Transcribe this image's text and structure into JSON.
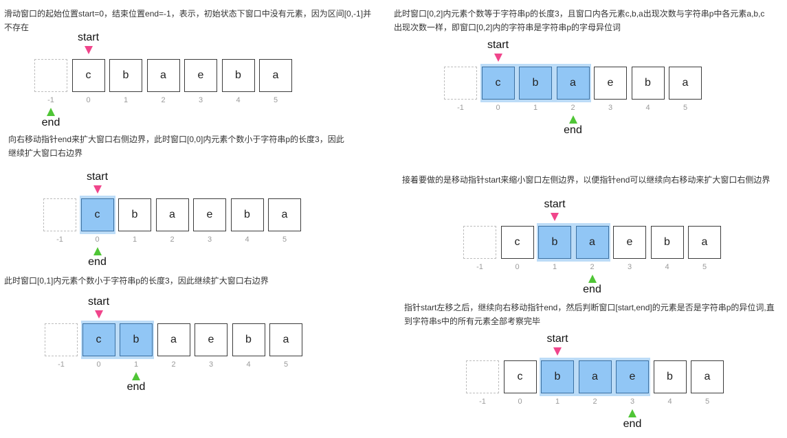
{
  "colors": {
    "start_marker": "#f0458b",
    "end_marker": "#4fc536",
    "window_fill": "#91c6f5"
  },
  "sequence": [
    "c",
    "b",
    "a",
    "e",
    "b",
    "a"
  ],
  "indices": [
    "-1",
    "0",
    "1",
    "2",
    "3",
    "4",
    "5"
  ],
  "pointer_labels": {
    "start": "start",
    "end": "end"
  },
  "steps": [
    {
      "description": "滑动窗口的起始位置start=0，结束位置end=-1，表示，初始状态下窗口中没有元素，因为区间[0,-1]并不存在",
      "start": 0,
      "end": -1
    },
    {
      "description": "向右移动指针end来扩大窗口右侧边界，此时窗口[0,0]内元素个数小于字符串p的长度3，因此继续扩大窗口右边界",
      "start": 0,
      "end": 0
    },
    {
      "description": "此时窗口[0,1]内元素个数小于字符串p的长度3，因此继续扩大窗口右边界",
      "start": 0,
      "end": 1
    },
    {
      "description": "此时窗口[0,2]内元素个数等于字符串p的长度3，且窗口内各元素c,b,a出现次数与字符串p中各元素a,b,c出现次数一样，即窗口[0,2]内的字符串是字符串p的字母异位词",
      "start": 0,
      "end": 2
    },
    {
      "description": "接着要做的是移动指针start来缩小窗口左侧边界，以便指针end可以继续向右移动来扩大窗口右侧边界",
      "start": 1,
      "end": 2
    },
    {
      "description": "指针start左移之后，继续向右移动指针end，然后判断窗口[start,end]的元素是否是字符串p的异位词,直到字符串s中的所有元素全部考察完毕",
      "start": 1,
      "end": 3
    }
  ]
}
